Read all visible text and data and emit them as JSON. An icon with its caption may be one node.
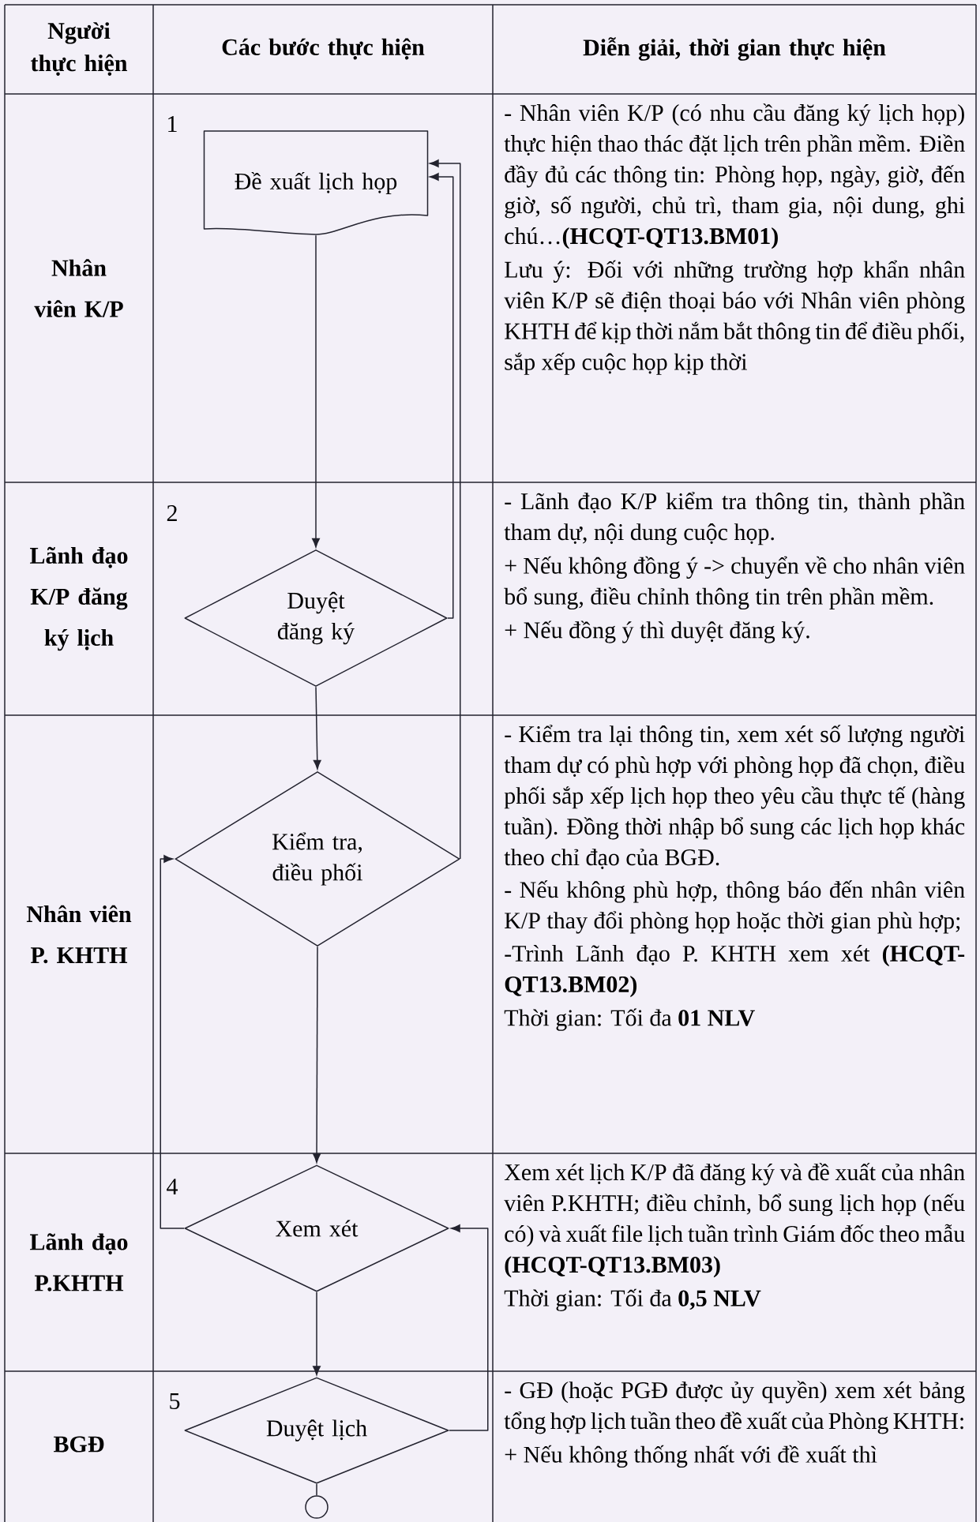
{
  "diagram": {
    "nodes": [
      {
        "text": [
          "Đề xuất lịch họp"
        ],
        "beside": [
          "1"
        ]
      },
      {
        "text": [
          "Duyệt đăng ký"
        ],
        "beside": [
          "2"
        ]
      },
      {
        "text": [
          "Kiểm tra, điều phối"
        ]
      },
      {
        "text": [
          "Xem xét"
        ],
        "beside": [
          "4"
        ]
      },
      {
        "text": [
          "Duyệt lịch"
        ],
        "beside": [
          "5"
        ]
      },
      {
        "text": [],
        "shape": "circle"
      }
    ],
    "edges": [
      {
        "from": 0,
        "to": 1,
        "arrow": "to"
      },
      {
        "from": 1,
        "to": 0,
        "arrow": "to"
      },
      {
        "from": 1,
        "to": 2,
        "arrow": "to"
      },
      {
        "from": 2,
        "to": 0,
        "arrow": "to"
      },
      {
        "from": 2,
        "to": 3,
        "arrow": "to"
      },
      {
        "from": 3,
        "to": 2,
        "arrow": "to"
      },
      {
        "from": 3,
        "to": 4,
        "arrow": "to"
      },
      {
        "from": 4,
        "to": 3,
        "arrow": "to"
      },
      {
        "from": 4,
        "to": 5,
        "arrow": "none"
      }
    ],
    "labels": [
      "Người thực hiện",
      "Các bước thực hiện",
      "Diễn giải, thời gian thực hiện",
      "Nhân viên K/P",
      "- Nhân viên K/P (có nhu cầu đăng ký lịch họp) thực hiện thao thác đặt lịch trên phần mềm. Điền đầy đủ các thông tin: Phòng họp, ngày, giờ, đến giờ, số người, chủ trì, tham gia, nội dung, ghi chú…**(HCQT-QT13.BM01)**",
      "Lưu ý: Đối với những trường hợp khẩn nhân viên K/P sẽ điện thoại báo với Nhân viên phòng KHTH để kịp thời nắm bắt thông tin để điều phối, sắp xếp cuộc họp kịp thời",
      "Lãnh đạo K/P đăng ký lịch",
      "- Lãnh đạo K/P kiểm tra thông tin, thành phần tham dự, nội dung cuộc họp.",
      "+ Nếu không đồng ý -> chuyển về cho nhân viên bổ sung, điều chỉnh thông tin trên phần mềm.",
      "+ Nếu đồng ý thì duyệt đăng ký.",
      "Nhân viên P. KHTH",
      "- Kiểm tra lại thông tin, xem xét số lượng người tham dự có phù hợp với phòng họp đã chọn, điều phối sắp xếp lịch họp theo yêu cầu thực tế (hàng tuần). Đồng thời nhập bổ sung các lịch họp khác theo chỉ đạo của BGĐ.",
      "- Nếu không phù hợp, thông báo đến nhân viên K/P thay đổi phòng họp hoặc thời gian phù hợp;",
      "-Trình Lãnh đạo P. KHTH xem xét **(HCQT-QT13.BM02)**",
      "Thời gian:  Tối đa **01 NLV**",
      "Lãnh đạo P.KHTH",
      "Xem xét lịch K/P đã đăng ký và đề xuất của nhân viên P.KHTH; điều chỉnh, bổ sung lịch họp (nếu có) và xuất file lịch tuần trình Giám đốc theo mẫu **(HCQT-QT13.BM03)**",
      "Thời gian: Tối đa **0,5 NLV**",
      "BGĐ",
      "- GĐ (hoặc PGĐ được ủy quyền) xem xét bảng tổng hợp lịch tuần theo đề xuất của Phòng KHTH:",
      "+ Nếu không thống nhất với đề xuất thì"
    ]
  }
}
